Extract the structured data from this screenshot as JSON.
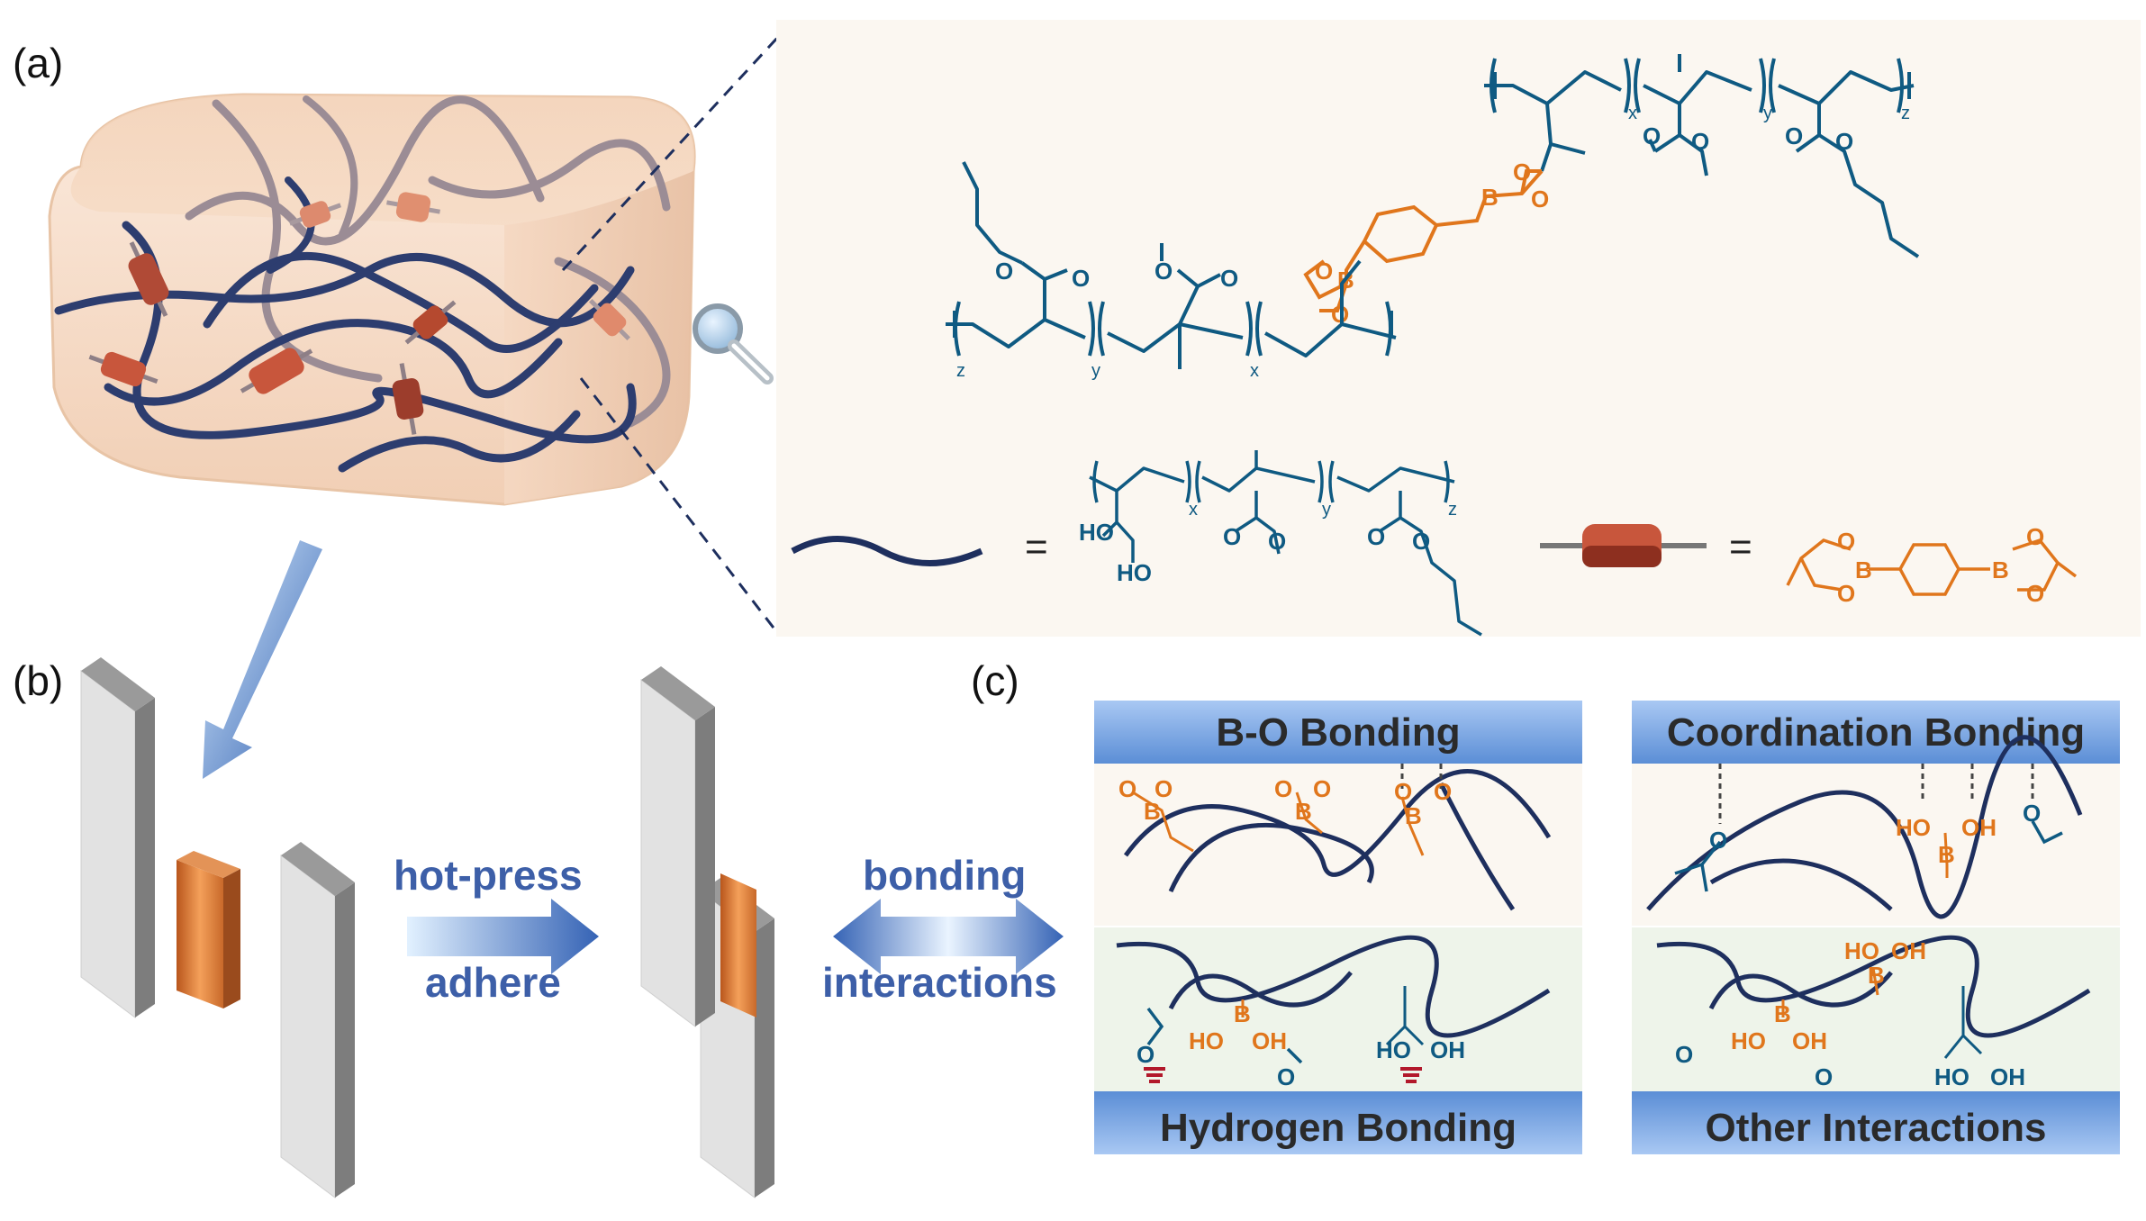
{
  "panels": {
    "a": "(a)",
    "b": "(b)",
    "c": "(c)"
  },
  "process": {
    "step_top": "hot-press",
    "step_bottom": "adhere",
    "link_top": "bonding",
    "link_bottom": "interactions"
  },
  "legend": {
    "equals": "="
  },
  "chem_labels": {
    "o": "O",
    "b": "B",
    "ho": "HO",
    "oh": "OH",
    "x": "x",
    "y": "y",
    "z": "z"
  },
  "interaction_boxes": [
    {
      "title": "B-O Bonding"
    },
    {
      "title": "Coordination Bonding"
    },
    {
      "title": "Hydrogen Bonding"
    },
    {
      "title": "Other Interactions"
    }
  ],
  "colors": {
    "polymer_chain": "#1e2f5e",
    "crosslinker": "#c8563c",
    "chem_blue": "#0f5a82",
    "chem_orange": "#e0761c",
    "bar_blue": "#5b8ed6",
    "accent_text": "#3d5fa8",
    "panel_bg": "#fbf7f1"
  }
}
